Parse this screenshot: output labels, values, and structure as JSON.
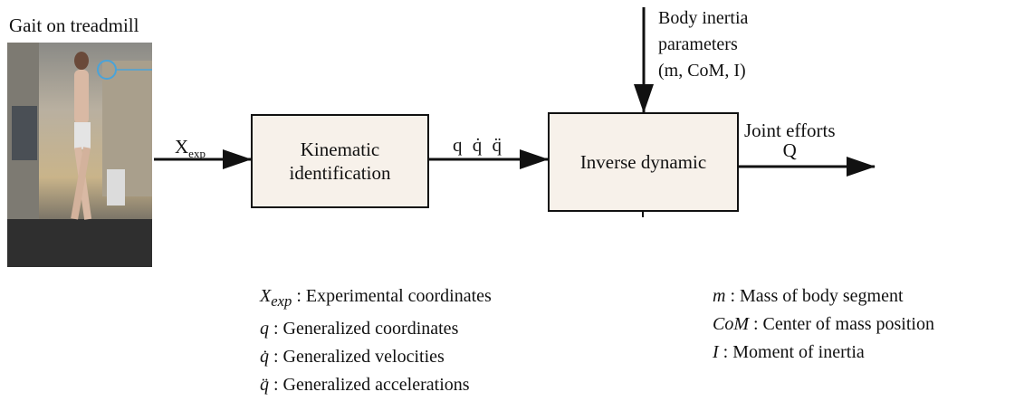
{
  "photo_caption": "Gait on treadmill",
  "input_label": {
    "main": "X",
    "sub": "exp"
  },
  "blocks": {
    "kinematic": {
      "line1": "Kinematic",
      "line2": "identification"
    },
    "inverse": {
      "label": "Inverse dynamic"
    }
  },
  "intermediate_label": "q q̇ q̈",
  "inertia": {
    "line1": "Body inertia",
    "line2": "parameters",
    "line3": "(m, CoM, I)"
  },
  "output": {
    "line1": "Joint efforts",
    "line2": "Q"
  },
  "legend_left": [
    {
      "symbol": "X",
      "sub": "exp",
      "text": " : Experimental coordinates"
    },
    {
      "symbol": "q",
      "sub": "",
      "text": " : Generalized coordinates"
    },
    {
      "symbol": "q̇",
      "sub": "",
      "text": " : Generalized velocities"
    },
    {
      "symbol": "q̈",
      "sub": "",
      "text": " : Generalized accelerations"
    }
  ],
  "legend_right": [
    {
      "symbol": "m",
      "text": " : Mass of body segment"
    },
    {
      "symbol": "CoM",
      "text": " : Center of mass position"
    },
    {
      "symbol": "I",
      "text": " : Moment of inertia"
    }
  ]
}
